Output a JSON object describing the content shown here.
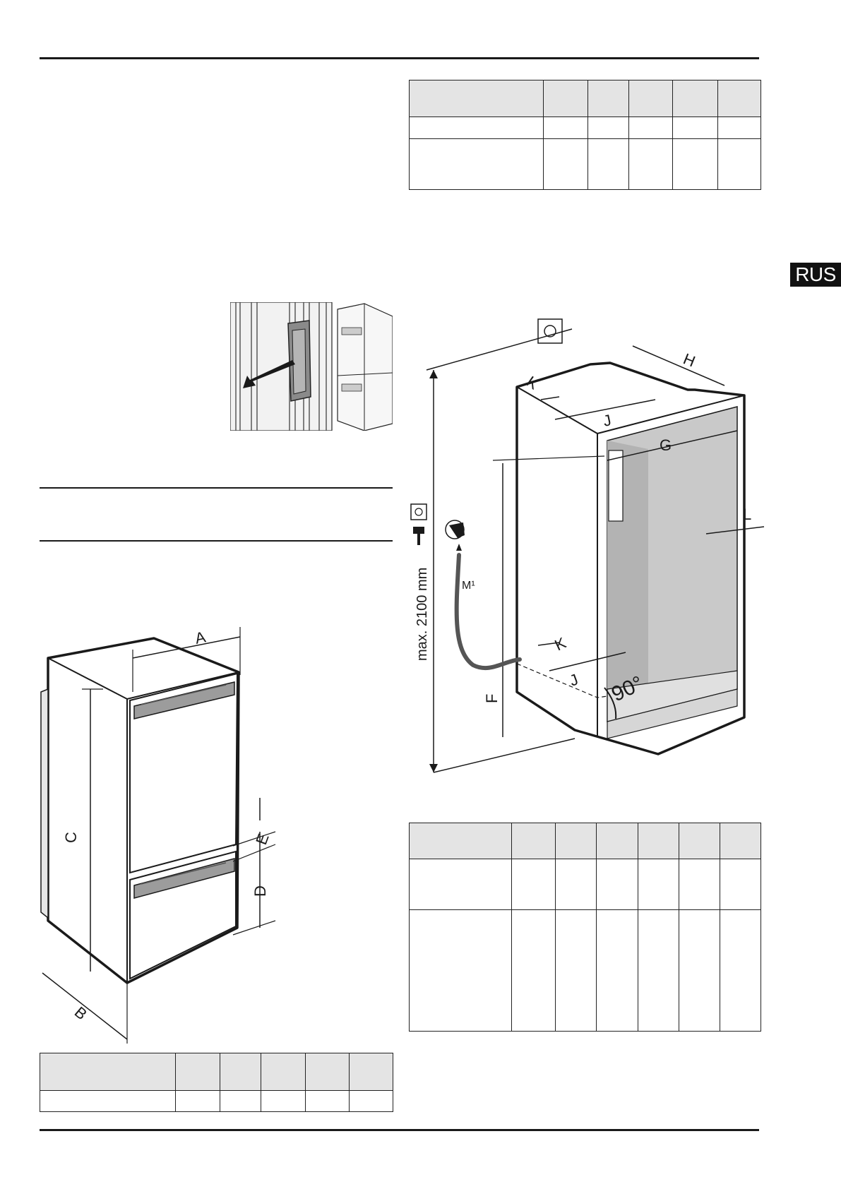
{
  "language_tab": "RUS",
  "diagram_left": {
    "labels": {
      "a": "A",
      "b": "B",
      "c": "C",
      "d": "D",
      "e": "E"
    }
  },
  "diagram_right": {
    "labels": {
      "f": "F",
      "g": "G",
      "h": "H",
      "j_top": "J",
      "j_bottom": "J",
      "k_top": "K",
      "k_bottom": "K",
      "l": "L",
      "m1": "M¹",
      "angle": "90°",
      "max_height": "max. 2100 mm"
    },
    "icons": [
      "socket-icon",
      "plug-icon",
      "water-tap-icon",
      "wall-outlet-icon"
    ]
  },
  "tables": {
    "top_right": {
      "rows": 3,
      "cols": 6
    },
    "bottom_right": {
      "rows": 3,
      "cols": 7
    },
    "bottom_left": {
      "rows": 2,
      "cols": 6
    }
  },
  "colors": {
    "ink": "#1a1a1a",
    "table_header_fill": "#e4e4e4",
    "niche_shade": "#c9c9c9",
    "niche_shade_dark": "#b3b3b3"
  }
}
